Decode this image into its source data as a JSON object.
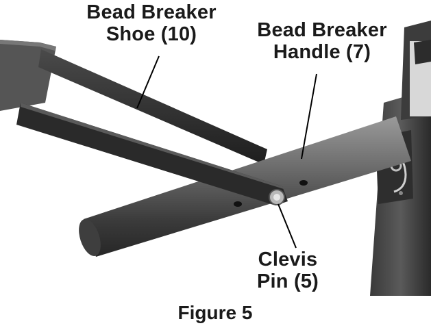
{
  "labels": {
    "shoe": {
      "line1": "Bead Breaker",
      "line2": "Shoe (10)"
    },
    "handle": {
      "line1": "Bead Breaker",
      "line2": "Handle (7)"
    },
    "clevis": {
      "line1": "Clevis",
      "line2": "Pin (5)"
    }
  },
  "caption": "Figure 5",
  "colors": {
    "text": "#1a1a1a",
    "metal_dark": "#2b2b2b",
    "metal_mid": "#4a4a4a",
    "metal_light": "#8a8a8a",
    "background": "#ffffff"
  }
}
